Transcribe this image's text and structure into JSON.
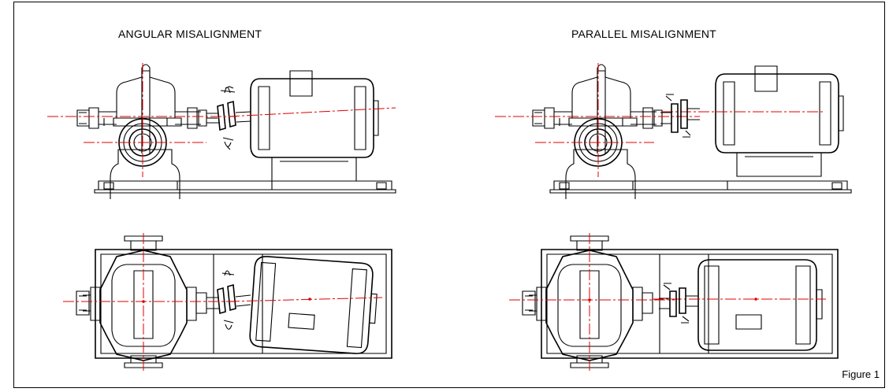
{
  "figure": {
    "left_title": "ANGULAR MISALIGNMENT",
    "right_title": "PARALLEL MISALIGNMENT",
    "caption": "Figure 1"
  },
  "colors": {
    "line": "#000000",
    "centerline": "#e00000",
    "background": "#ffffff"
  },
  "views": [
    {
      "name": "angular-side-view",
      "icon": "pump-motor-elevation"
    },
    {
      "name": "parallel-side-view",
      "icon": "pump-motor-elevation"
    },
    {
      "name": "angular-top-view",
      "icon": "pump-motor-plan"
    },
    {
      "name": "parallel-top-view",
      "icon": "pump-motor-plan"
    }
  ]
}
